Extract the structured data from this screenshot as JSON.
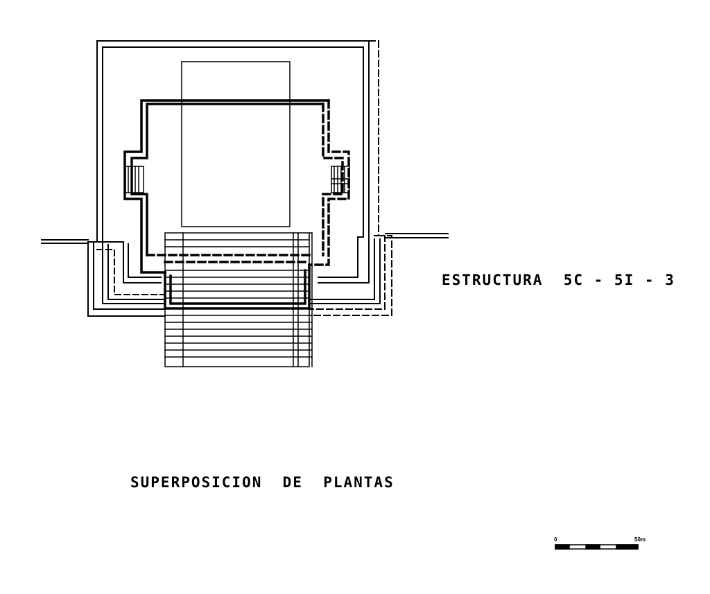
{
  "labels": {
    "structure": "ESTRUCTURA  5C - 5I - 3",
    "title": "SUPERPOSICION  DE  PLANTAS"
  },
  "scale": {
    "start": "0",
    "end": "50m"
  },
  "colors": {
    "ink": "#000000",
    "paper": "#ffffff"
  }
}
